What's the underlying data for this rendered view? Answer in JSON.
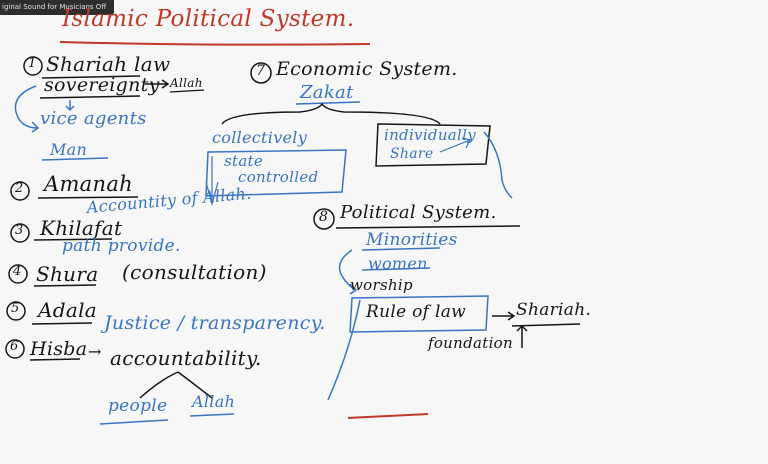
{
  "overlay": {
    "text": "iginal Sound for Musicians Off"
  },
  "title": "Islamic Political System.",
  "pen_colors": {
    "black": "#161616",
    "blue": "#3a74c2",
    "red": "#c0392b"
  },
  "points": {
    "p1": {
      "num": "1",
      "label": "Shariah law"
    },
    "sovereignty": "sovereignty",
    "allah": "Allah",
    "vice_agents": "vice agents",
    "man": "Man",
    "p2": {
      "num": "2",
      "label": "Amanah"
    },
    "accountability_allah": "Accountity of Allah.",
    "p3": {
      "num": "3",
      "label": "Khilafat"
    },
    "path_provide": "path provide.",
    "p4": {
      "num": "4",
      "label": "Shura",
      "paren": "(consultation)"
    },
    "p5": {
      "num": "5",
      "label": "Adala"
    },
    "justice": "Justice / transparency.",
    "p6": {
      "num": "6",
      "label": "Hisba",
      "arrow_to": "accountability."
    },
    "people": "people",
    "allah2": "Allah"
  },
  "economic": {
    "p7": {
      "num": "7",
      "label": "Economic System."
    },
    "zakat": "Zakat",
    "collectively": "collectively",
    "state_controlled_1": "state",
    "state_controlled_2": "controlled",
    "individually": "individually",
    "share": "Share"
  },
  "political": {
    "p8": {
      "num": "8",
      "label": "Political System."
    },
    "minorities": "Minorities",
    "women": "women",
    "worship": "worship",
    "rule_of_law": "Rule of law",
    "shariah": "Shariah.",
    "foundation": "foundation"
  }
}
